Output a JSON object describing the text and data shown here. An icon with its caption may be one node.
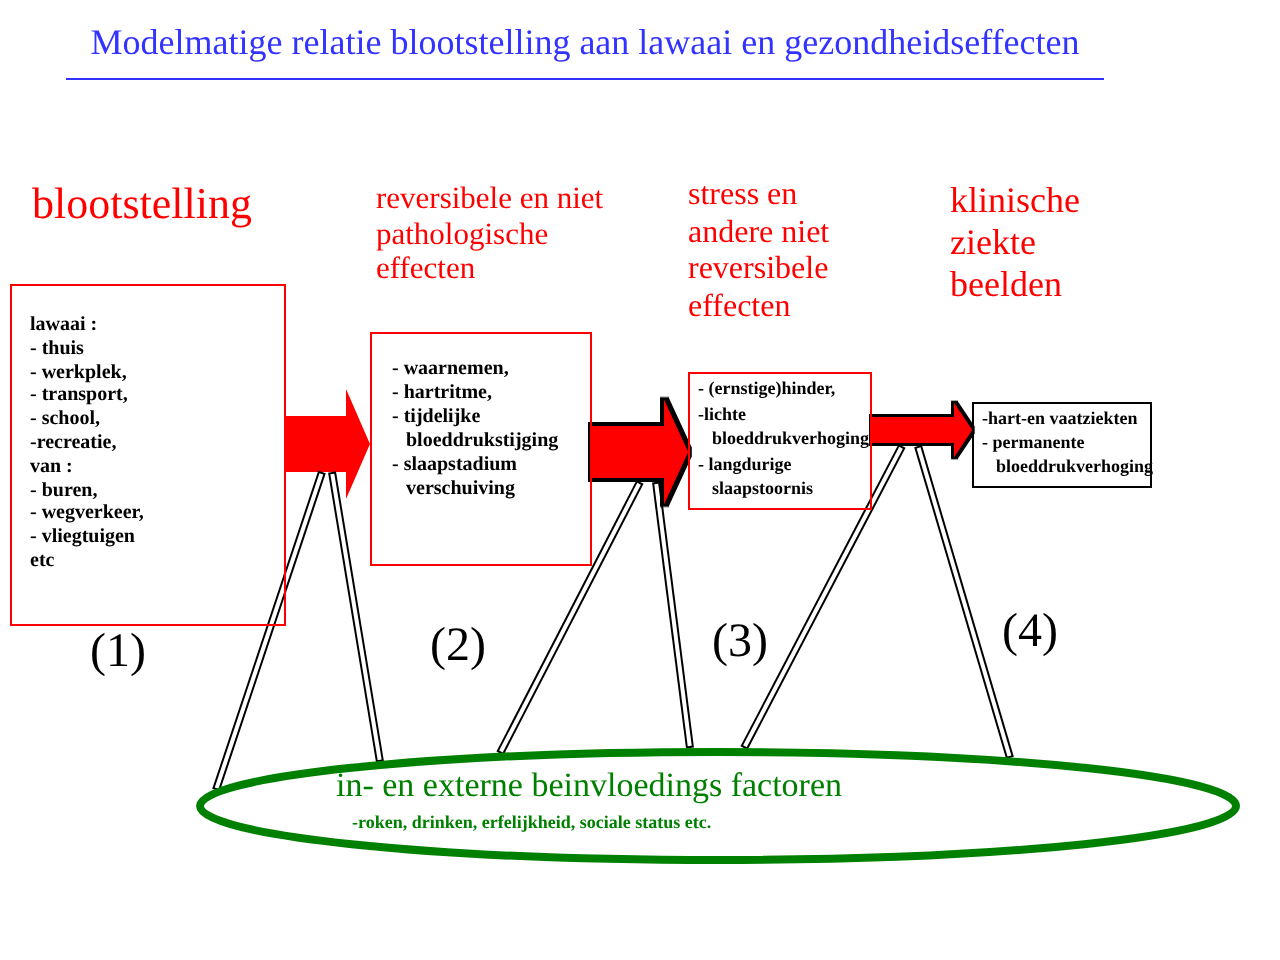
{
  "diagram": {
    "title": "Modelmatige relatie blootstelling aan lawaai en gezondheidseffecten",
    "nodes": [
      {
        "text": [
          "blootstelling",
          "lawaai :",
          "- thuis",
          "- werkplek,",
          "- transport,",
          "- school,",
          "-recreatie,",
          "van :",
          "- buren,",
          "- wegverkeer,",
          "- vliegtuigen",
          "etc"
        ],
        "beside": [
          "(1)"
        ]
      },
      {
        "text": [
          "reversibele en niet pathologische effecten",
          "- waarnemen,",
          "- hartritme,",
          "- tijdelijke bloeddrukstijging",
          "- slaapstadium verschuiving"
        ],
        "beside": [
          "(2)"
        ]
      },
      {
        "text": [
          "stress en andere niet reversibele effecten",
          "- (ernstige)hinder,",
          "-lichte bloeddrukverhoging",
          "- langdurige slaapstoornis"
        ],
        "beside": [
          "(3)"
        ]
      },
      {
        "text": [
          "klinische ziekte beelden",
          "-hart-en vaatziekten",
          "- permanente bloeddrukverhoging"
        ],
        "beside": [
          "(4)"
        ]
      },
      {
        "text": [
          "in- en externe beinvloedings factoren",
          "-roken, drinken, erfelijkheid, sociale status etc."
        ]
      }
    ],
    "edges": [
      {
        "from": 0,
        "to": 1,
        "arrow": "to",
        "style": "thick",
        "color": "#ff0000"
      },
      {
        "from": 1,
        "to": 2,
        "arrow": "to",
        "style": "thick",
        "color": "#ff0000"
      },
      {
        "from": 2,
        "to": 3,
        "arrow": "to",
        "style": "thick",
        "color": "#ff0000"
      },
      {
        "from": 4,
        "to": null,
        "arrow": "none"
      },
      {
        "from": 4,
        "to": null,
        "arrow": "none"
      },
      {
        "from": 4,
        "to": null,
        "arrow": "none"
      },
      {
        "from": 4,
        "to": null,
        "arrow": "none"
      },
      {
        "from": 4,
        "to": null,
        "arrow": "none"
      },
      {
        "from": 4,
        "to": null,
        "arrow": "none"
      }
    ]
  }
}
